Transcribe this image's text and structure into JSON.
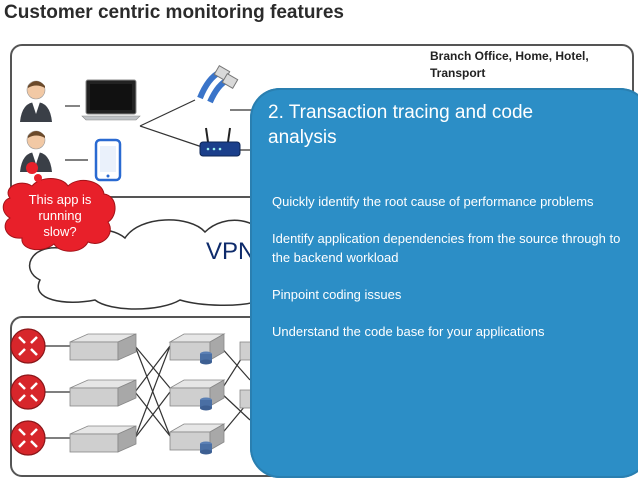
{
  "title": "Customer centric monitoring features",
  "branch_label": "Branch Office, Home, Hotel, Transport",
  "callout_text": "This app is running slow?",
  "vpn_text": "VPN",
  "panel": {
    "title": "2. Transaction tracing and code analysis",
    "bullets": [
      "Quickly identify the root cause  of performance problems",
      "Identify application dependencies from the source through to the backend workload",
      "Pinpoint coding issues",
      "Understand the code base for your applications"
    ]
  },
  "colors": {
    "panel_blue": "#2c8ec6",
    "callout_red": "#e8202a",
    "router_red": "#d7262b"
  }
}
